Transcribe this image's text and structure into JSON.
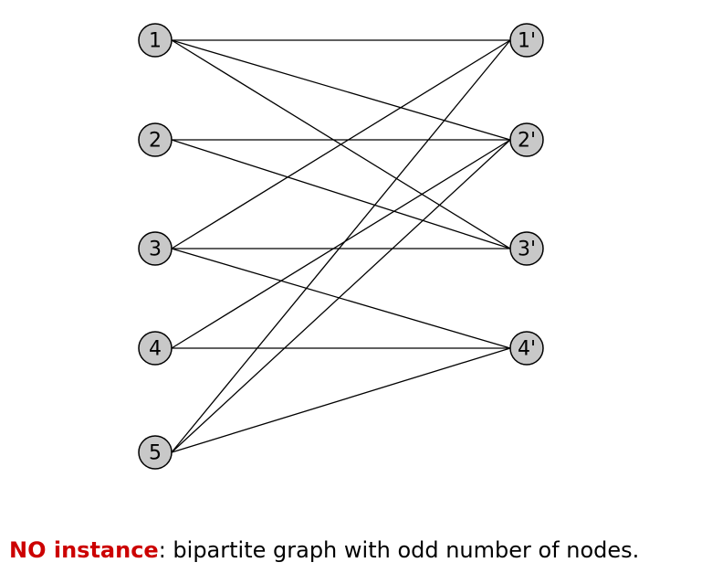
{
  "graph": {
    "left_nodes": [
      {
        "id": "1",
        "label": "1"
      },
      {
        "id": "2",
        "label": "2"
      },
      {
        "id": "3",
        "label": "3"
      },
      {
        "id": "4",
        "label": "4"
      },
      {
        "id": "5",
        "label": "5"
      }
    ],
    "right_nodes": [
      {
        "id": "1p",
        "label": "1'"
      },
      {
        "id": "2p",
        "label": "2'"
      },
      {
        "id": "3p",
        "label": "3'"
      },
      {
        "id": "4p",
        "label": "4'"
      }
    ],
    "edges": [
      [
        "1",
        "1p"
      ],
      [
        "1",
        "2p"
      ],
      [
        "1",
        "3p"
      ],
      [
        "2",
        "2p"
      ],
      [
        "2",
        "3p"
      ],
      [
        "3",
        "1p"
      ],
      [
        "3",
        "3p"
      ],
      [
        "3",
        "4p"
      ],
      [
        "4",
        "2p"
      ],
      [
        "4",
        "4p"
      ],
      [
        "5",
        "1p"
      ],
      [
        "5",
        "2p"
      ],
      [
        "5",
        "4p"
      ]
    ],
    "colors": {
      "node_fill": "#c8c8c8",
      "stroke": "#000000"
    }
  },
  "caption": {
    "highlight": "NO instance",
    "highlight_color": "#cc0000",
    "text": ":  bipartite graph with odd number of nodes."
  }
}
